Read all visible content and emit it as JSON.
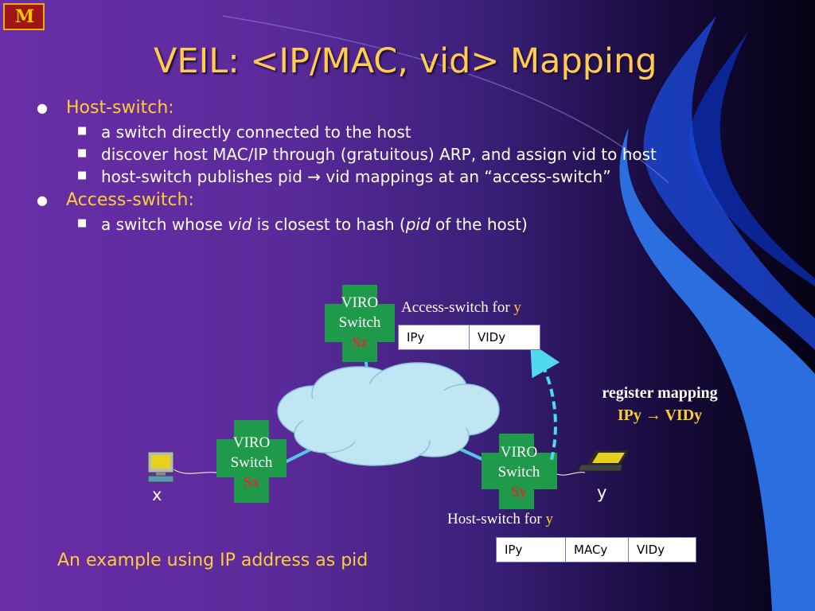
{
  "logo": {
    "text": "M"
  },
  "title": "VEIL: <IP/MAC, vid> Mapping",
  "bullets": [
    {
      "label": "Host-switch:",
      "items": [
        [
          "a switch directly connected to the host"
        ],
        [
          "discover host MAC/IP through (gratuitous) ARP, and assign vid to host"
        ],
        [
          "host-switch publishes pid ",
          "→",
          " vid mappings at an “access-switch”"
        ]
      ]
    },
    {
      "label": "Access-switch:",
      "items": [
        [
          "a switch whose ",
          "vid",
          " is closest to hash (",
          "pid",
          " of the host)"
        ]
      ]
    }
  ],
  "diagram": {
    "switches": [
      {
        "line1": "VIRO",
        "line2": "Switch",
        "id": "Sz"
      },
      {
        "line1": "VIRO",
        "line2": "Switch",
        "id": "Sx"
      },
      {
        "line1": "VIRO",
        "line2": "Switch",
        "id": "Sy"
      }
    ],
    "access_label": {
      "text": "Access-switch for ",
      "host": "y"
    },
    "access_table": [
      "IPy",
      "VIDy"
    ],
    "host_label": {
      "text": "Host-switch for  ",
      "host": "y"
    },
    "host_table": [
      "IPy",
      "MACy",
      "VIDy"
    ],
    "register": {
      "line1": "register  mapping",
      "line2_a": "IPy ",
      "arrow": "→",
      "line2_b": " VIDy"
    },
    "hosts": {
      "x": "x",
      "y": "y"
    }
  },
  "caption": "An example using IP address as pid",
  "colors": {
    "title": "#ffcc4d",
    "accent_yellow": "#ffcc33",
    "switch_green": "#1f9a4a",
    "cloud": "#bfe6f2",
    "link": "#4fc8e8",
    "switch_id_red": "#cc3333",
    "swoosh_blue": "#2a6ee0"
  }
}
